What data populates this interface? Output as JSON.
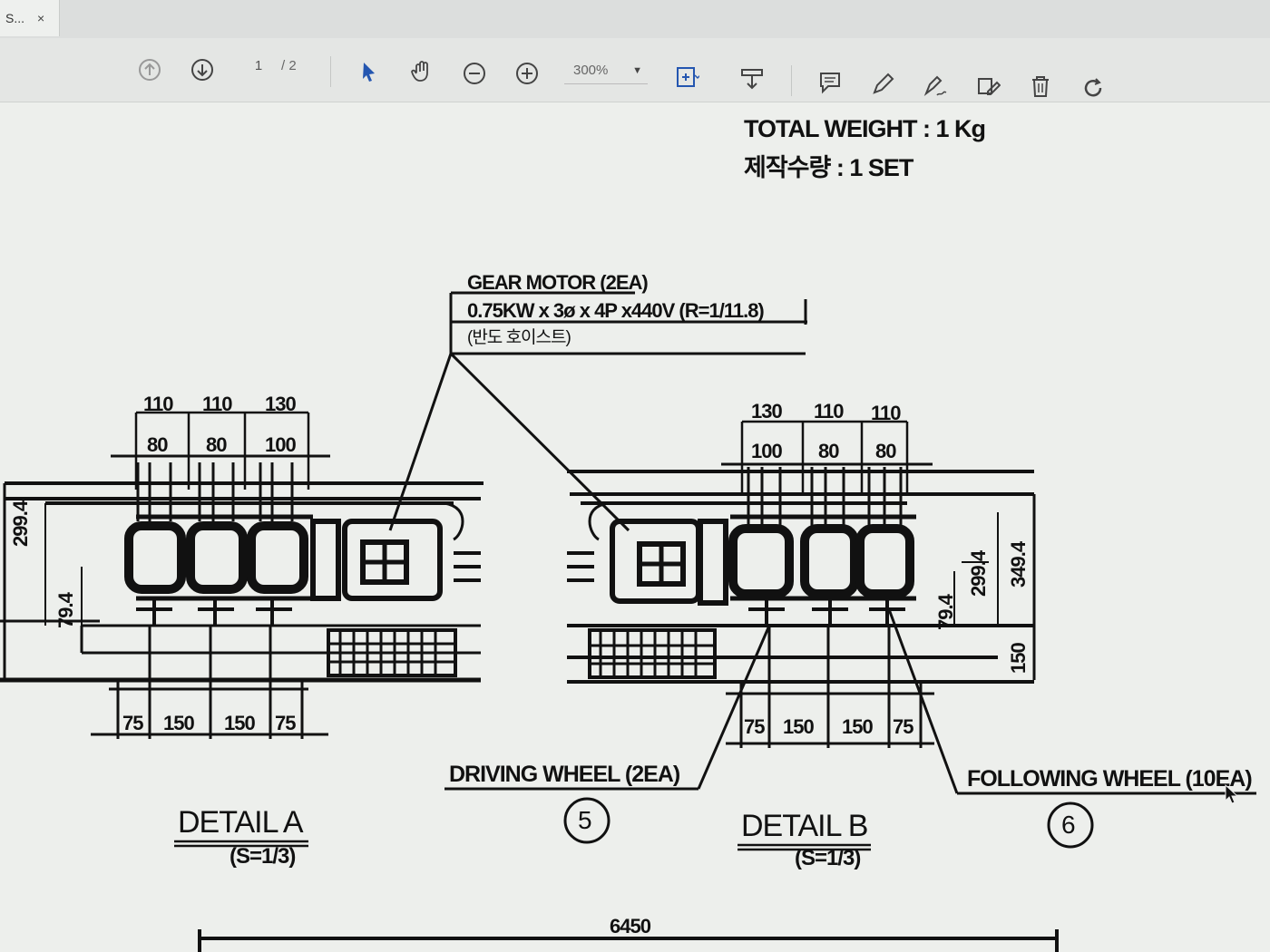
{
  "tab": {
    "title": "S...",
    "close": "×"
  },
  "toolbar": {
    "page_current": "1",
    "page_total": "/ 2",
    "zoom": "300%",
    "icons": [
      "page-up-icon",
      "page-down-icon",
      "select-arrow-icon",
      "hand-pan-icon",
      "zoom-out-icon",
      "zoom-in-icon",
      "fit-page-icon",
      "download-icon",
      "comment-icon",
      "pen-icon",
      "sign-icon",
      "edit-icon",
      "trash-icon",
      "rotate-icon"
    ]
  },
  "drawing": {
    "total_weight": "TOTAL WEIGHT : 1 Kg",
    "quantity": "제작수량 : 1 SET",
    "gear_motor_title": "GEAR MOTOR (2EA)",
    "gear_motor_spec": "0.75KW x 3ø x 4P x440V (R=1/11.8)",
    "gear_motor_maker": "(반도 호이스트)",
    "detail_a": {
      "top_dims": [
        "110",
        "110",
        "130"
      ],
      "inner_dims": [
        "80",
        "80",
        "100"
      ],
      "bottom_dims": [
        "75",
        "150",
        "150",
        "75"
      ],
      "side_dims": [
        "299.4",
        "79.4"
      ],
      "title": "DETAIL A",
      "scale": "(S=1/3)"
    },
    "detail_b": {
      "top_dims": [
        "130",
        "110",
        "110"
      ],
      "inner_dims": [
        "100",
        "80",
        "80"
      ],
      "bottom_dims": [
        "75",
        "150",
        "150",
        "75"
      ],
      "side_dims": [
        "79.4",
        "299.4",
        "349.4",
        "150"
      ],
      "title": "DETAIL B",
      "scale": "(S=1/3)"
    },
    "driving_wheel": "DRIVING WHEEL (2EA)",
    "driving_wheel_num": "5",
    "following_wheel": "FOLLOWING WHEEL (10EA)",
    "following_wheel_num": "6",
    "overall_dim": "6450"
  }
}
